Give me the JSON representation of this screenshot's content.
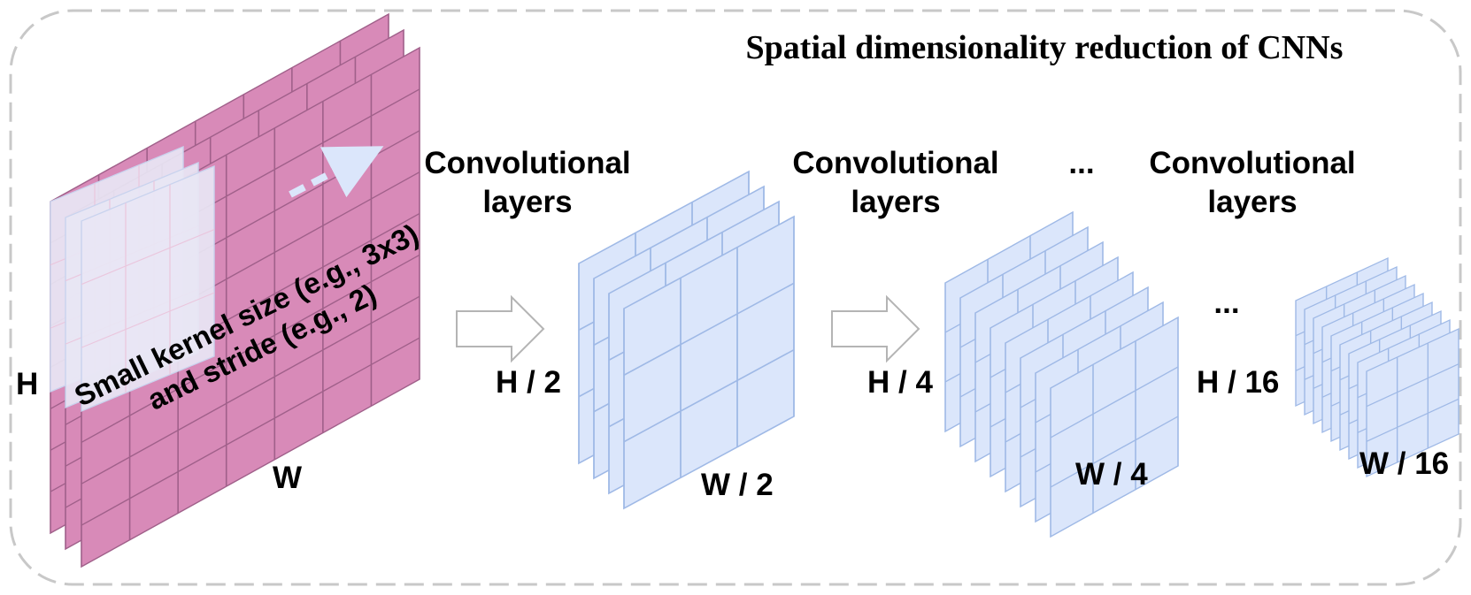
{
  "title": "Spatial dimensionality reduction of CNNs",
  "colors": {
    "input_fill": "#d88ab8",
    "input_grid": "#a0608a",
    "feature_fill": "#dbe6fb",
    "feature_grid": "#9fb9e6",
    "kernel_fill": "#e8e6f4",
    "frame_border": "#c8c8c8",
    "arrow_stroke": "#b4b4b4"
  },
  "input": {
    "height_label": "H",
    "width_label": "W",
    "kernel_annotation_line1": "Small kernel size (e.g., 3x3)",
    "kernel_annotation_line2": "and stride (e.g., 2)"
  },
  "stages": [
    {
      "layer_label_line1": "Convolutional",
      "layer_label_line2": "layers",
      "height_label": "H / 2",
      "width_label": "W / 2"
    },
    {
      "layer_label_line1": "Convolutional",
      "layer_label_line2": "layers",
      "height_label": "H / 4",
      "width_label": "W / 4"
    },
    {
      "layer_label_line1": "Convolutional",
      "layer_label_line2": "layers",
      "height_label": "H / 16",
      "width_label": "W / 16"
    }
  ],
  "ellipsis_top": "...",
  "ellipsis_mid": "..."
}
